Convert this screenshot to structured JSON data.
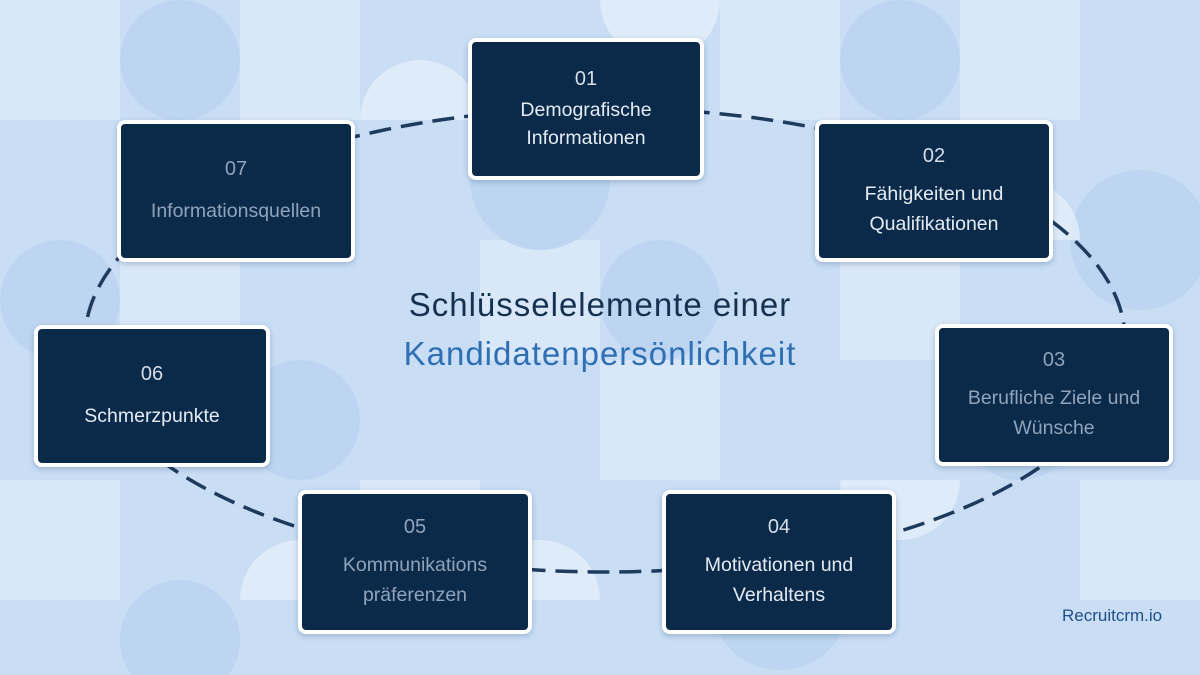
{
  "title": {
    "line1": "Schlüsselelemente einer",
    "line2": "Kandidatenpersönlichkeit"
  },
  "elements": [
    {
      "number": "01",
      "label_line1": "Demografische",
      "label_line2": "Informationen"
    },
    {
      "number": "02",
      "label_line1": "Fähigkeiten und",
      "label_line2": "Qualifikationen"
    },
    {
      "number": "03",
      "label_line1": "Berufliche Ziele und",
      "label_line2": "Wünsche"
    },
    {
      "number": "04",
      "label_line1": "Motivationen und",
      "label_line2": "Verhaltens"
    },
    {
      "number": "05",
      "label_line1": "Kommunikations",
      "label_line2": "präferenzen"
    },
    {
      "number": "06",
      "label_line1": "Schmerzpunkte",
      "label_line2": ""
    },
    {
      "number": "07",
      "label_line1": "Informationsquellen",
      "label_line2": ""
    }
  ],
  "brand": "Recruitcrm.io",
  "colors": {
    "background": "#c9def5",
    "card": "#0b2a4a",
    "card_border": "#ffffff",
    "connector": "#1e3a5c",
    "title_dark": "#163150",
    "title_accent": "#2f6fb4"
  }
}
